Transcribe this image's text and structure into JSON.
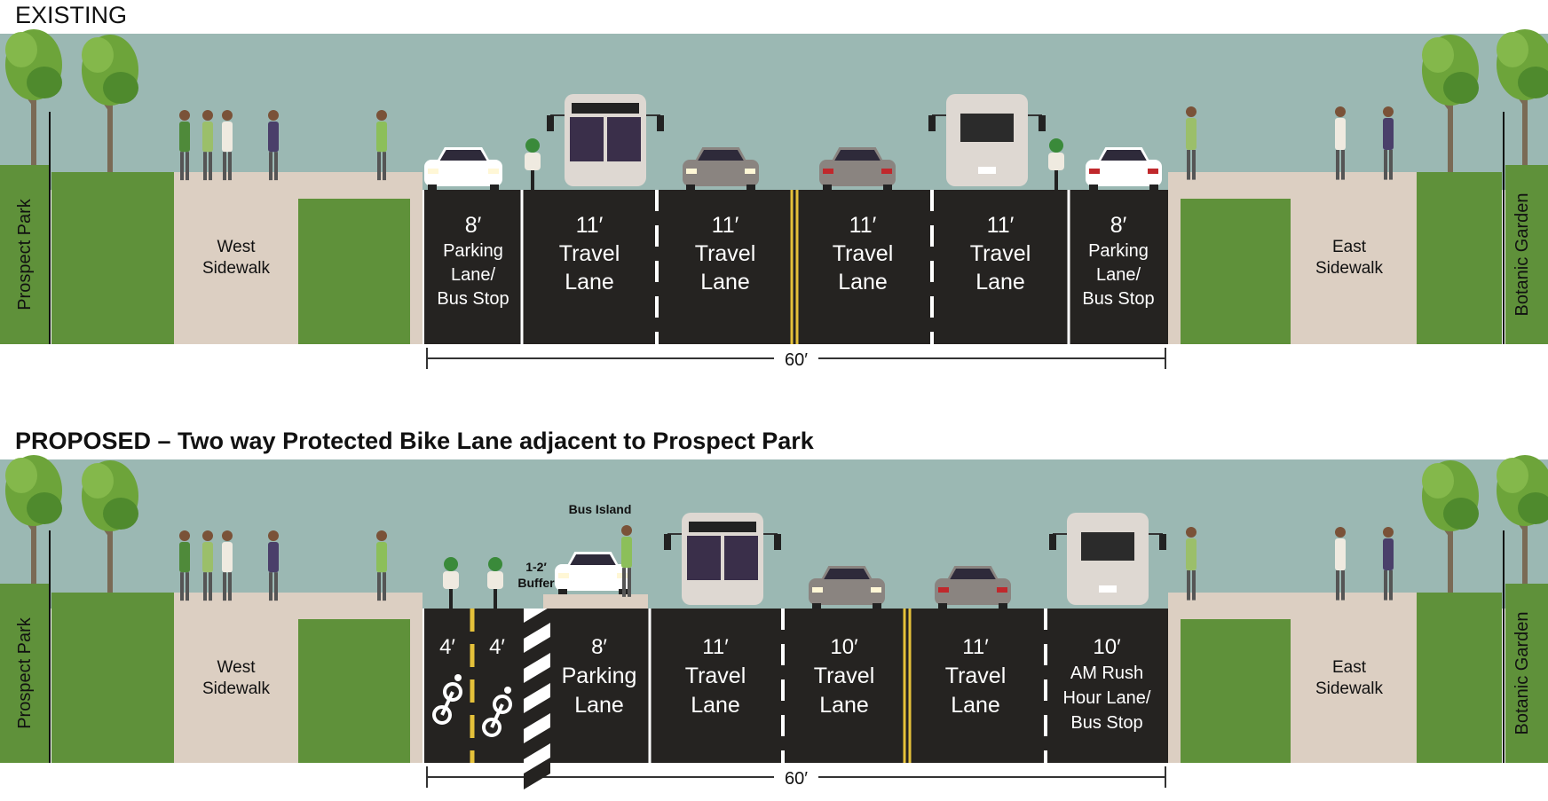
{
  "headings": {
    "existing": "EXISTING",
    "proposed": "PROPOSED – Two way Protected Bike Lane adjacent to Prospect Park"
  },
  "colors": {
    "sky": "#9bb8b3",
    "grass": "#5f913a",
    "sidewalk": "#dccfc2",
    "asphalt": "#252321",
    "marking_white": "#ffffff",
    "marking_yellow": "#e5c13a",
    "tree_leaf": "#6da43a",
    "tree_trunk": "#7a6a55"
  },
  "existing": {
    "left_label": "Prospect Park",
    "right_label": "Botanic Garden",
    "west_sidewalk": [
      "West",
      "Sidewalk"
    ],
    "east_sidewalk": [
      "East",
      "Sidewalk"
    ],
    "total_width": "60′",
    "lanes": [
      {
        "lines": [
          "8′",
          "Parking",
          "Lane/",
          "Bus Stop"
        ]
      },
      {
        "lines": [
          "11′",
          "Travel",
          "Lane"
        ]
      },
      {
        "lines": [
          "11′",
          "Travel",
          "Lane"
        ]
      },
      {
        "lines": [
          "11′",
          "Travel",
          "Lane"
        ]
      },
      {
        "lines": [
          "11′",
          "Travel",
          "Lane"
        ]
      },
      {
        "lines": [
          "8′",
          "Parking",
          "Lane/",
          "Bus Stop"
        ]
      }
    ]
  },
  "proposed": {
    "left_label": "Prospect Park",
    "right_label": "Botanic Garden",
    "west_sidewalk": [
      "West",
      "Sidewalk"
    ],
    "east_sidewalk": [
      "East",
      "Sidewalk"
    ],
    "total_width": "60′",
    "bus_island_label": "Bus Island",
    "buffer_label": [
      "1-2′",
      "Buffer"
    ],
    "lanes": [
      {
        "lines": [
          "4′"
        ]
      },
      {
        "lines": [
          "4′"
        ]
      },
      {
        "lines": [
          "8′",
          "Parking",
          "Lane"
        ]
      },
      {
        "lines": [
          "11′",
          "Travel",
          "Lane"
        ]
      },
      {
        "lines": [
          "10′",
          "Travel",
          "Lane"
        ]
      },
      {
        "lines": [
          "11′",
          "Travel",
          "Lane"
        ]
      },
      {
        "lines": [
          "10′",
          "AM Rush",
          "Hour Lane/",
          "Bus Stop"
        ]
      }
    ]
  }
}
